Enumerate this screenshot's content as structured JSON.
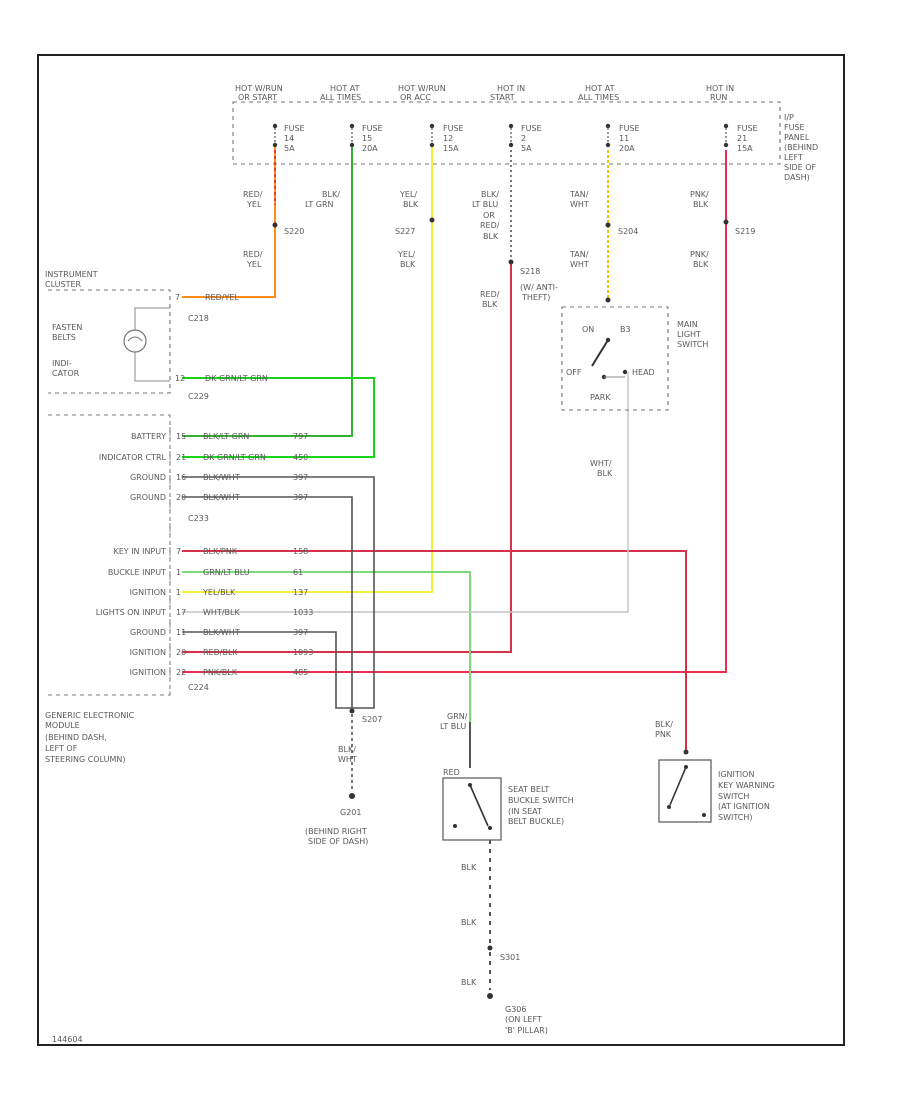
{
  "top_sources": [
    {
      "line1": "HOT W/RUN",
      "line2": "OR START"
    },
    {
      "line1": "HOT AT",
      "line2": "ALL TIMES"
    },
    {
      "line1": "HOT W/RUN",
      "line2": "OR ACC"
    },
    {
      "line1": "HOT IN",
      "line2": "START"
    },
    {
      "line1": "HOT AT",
      "line2": "ALL TIMES"
    },
    {
      "line1": "HOT IN",
      "line2": "RUN"
    }
  ],
  "fuses": [
    {
      "name": "FUSE",
      "num": "14",
      "amp": "5A"
    },
    {
      "name": "FUSE",
      "num": "15",
      "amp": "20A"
    },
    {
      "name": "FUSE",
      "num": "12",
      "amp": "15A"
    },
    {
      "name": "FUSE",
      "num": "2",
      "amp": "5A"
    },
    {
      "name": "FUSE",
      "num": "11",
      "amp": "20A"
    },
    {
      "name": "FUSE",
      "num": "21",
      "amp": "15A"
    }
  ],
  "fuse_panel_note": [
    "I/P",
    "FUSE",
    "PANEL",
    "(BEHIND",
    "LEFT",
    "SIDE OF",
    "DASH)"
  ],
  "wire_labels_upper": {
    "col1": [
      "RED/",
      "YEL"
    ],
    "col1_lower": [
      "RED/",
      "YEL"
    ],
    "col1_splice": "S220",
    "col2": [
      "BLK/",
      "LT GRN"
    ],
    "col3": [
      "YEL/",
      "BLK"
    ],
    "col3_splice": "S227",
    "col3_lower": [
      "YEL/",
      "BLK"
    ],
    "col4": [
      "BLK/",
      "LT BLU",
      "OR",
      "RED/",
      "BLK"
    ],
    "col4_splice": "S218",
    "col4_note": [
      "(W/ ANTI-",
      "THEFT)"
    ],
    "col4_lower": [
      "RED/",
      "BLK"
    ],
    "col5": [
      "TAN/",
      "WHT"
    ],
    "col5_splice": "S204",
    "col5_lower": [
      "TAN/",
      "WHT"
    ],
    "col6": [
      "PNK/",
      "BLK"
    ],
    "col6_splice": "S219",
    "col6_lower": [
      "PNK/",
      "BLK"
    ]
  },
  "instrument_cluster": {
    "title": [
      "INSTRUMENT",
      "CLUSTER"
    ],
    "indicator": [
      "FASTEN",
      "BELTS",
      "INDI-",
      "CATOR"
    ],
    "pin1": "7",
    "pin1_wire": "RED/YEL",
    "conn1": "C218",
    "pin2": "12",
    "pin2_wire": "DK GRN/LT GRN",
    "conn2": "C229"
  },
  "headlight_switch": {
    "title": [
      "MAIN",
      "LIGHT",
      "SWITCH"
    ],
    "on": "ON",
    "pos": "B3",
    "off": "OFF",
    "head": "HEAD",
    "park": "PARK",
    "wire": [
      "WHT/",
      "BLK"
    ]
  },
  "gem_rows": [
    {
      "label": "BATTERY",
      "pin": "15",
      "wire": "BLK/LT GRN",
      "circuit": "797"
    },
    {
      "label": "INDICATOR CTRL",
      "pin": "21",
      "wire": "DK GRN/LT GRN",
      "circuit": "450"
    },
    {
      "label": "GROUND",
      "pin": "16",
      "wire": "BLK/WHT",
      "circuit": "397"
    },
    {
      "label": "GROUND",
      "pin": "20",
      "wire": "BLK/WHT",
      "circuit": "397"
    },
    {
      "label": "KEY IN INPUT",
      "pin": "7",
      "wire": "BLK/PNK",
      "circuit": "158"
    },
    {
      "label": "BUCKLE INPUT",
      "pin": "1",
      "wire": "GRN/LT BLU",
      "circuit": "61"
    },
    {
      "label": "IGNITION",
      "pin": "1",
      "wire": "YEL/BLK",
      "circuit": "137"
    },
    {
      "label": "LIGHTS ON INPUT",
      "pin": "17",
      "wire": "WHT/BLK",
      "circuit": "1033"
    },
    {
      "label": "GROUND",
      "pin": "11",
      "wire": "BLK/WHT",
      "circuit": "397"
    },
    {
      "label": "IGNITION",
      "pin": "20",
      "wire": "RED/BLK",
      "circuit": "1093"
    },
    {
      "label": "IGNITION",
      "pin": "22",
      "wire": "PNK/BLK",
      "circuit": "485"
    }
  ],
  "gem_connectors": {
    "upper": "C233",
    "lower": "C224"
  },
  "gem_note": [
    "GENERIC ELECTRONIC",
    "MODULE",
    "(BEHIND DASH,",
    "LEFT OF",
    "STEERING COLUMN)"
  ],
  "ground_splice": {
    "splice": "S207",
    "wire": [
      "BLK/",
      "WHT"
    ],
    "ground": "G201",
    "note": [
      "(BEHIND RIGHT",
      "SIDE OF DASH)"
    ]
  },
  "seat_belt_switch": {
    "wire_top": [
      "GRN/",
      "LT BLU"
    ],
    "top_pin": "RED",
    "title": [
      "SEAT BELT",
      "BUCKLE SWITCH",
      "(IN SEAT",
      "BELT BUCKLE)"
    ],
    "wire1": "BLK",
    "wire2": "BLK",
    "splice": "S301",
    "wire3": "BLK",
    "ground": "G306",
    "ground_note": [
      "(ON LEFT",
      "'B' PILLAR)"
    ]
  },
  "ignition_switch": {
    "wire": [
      "BLK/",
      "PNK"
    ],
    "title": [
      "IGNITION",
      "KEY WARNING",
      "SWITCH",
      "(AT IGNITION",
      "SWITCH)"
    ]
  },
  "footer_code": "144604",
  "colors": {
    "frame": "#222222",
    "red_yel": "#ff8c1a",
    "green": "#19d419",
    "blk_grn": "#33b033",
    "yellow": "#f2f23a",
    "red": "#d8324a",
    "pink": "#e82f52",
    "tan": "#f0c400",
    "gray": "#555555",
    "white_wire": "#bdbdbd",
    "grn_blu": "#7cd97c"
  }
}
